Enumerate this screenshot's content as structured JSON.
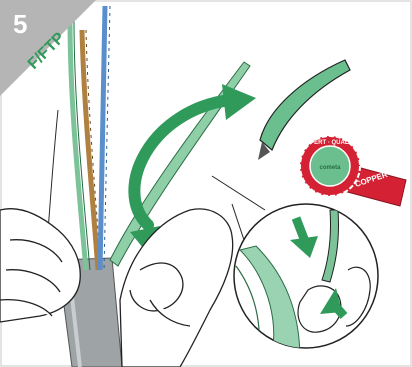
{
  "step": {
    "number": "5",
    "cable_type": "F/FTP"
  },
  "badge": {
    "ring_text": "EXPERT · QUALITY",
    "center_text": "cometa",
    "ribbon_text": "COPPER"
  },
  "colors": {
    "corner_tab": "#b5b5b5",
    "arrow_green": "#2f9a5a",
    "wire_green": "#7cc39a",
    "wire_orange": "#b08040",
    "wire_blue": "#5a8fcc",
    "seal_red": "#d42234",
    "cable_gray": "#9ea3a6"
  },
  "icons": [
    "arrow-green-curved-icon",
    "arrow-down-icon",
    "arrow-up-icon",
    "quality-seal-icon"
  ]
}
